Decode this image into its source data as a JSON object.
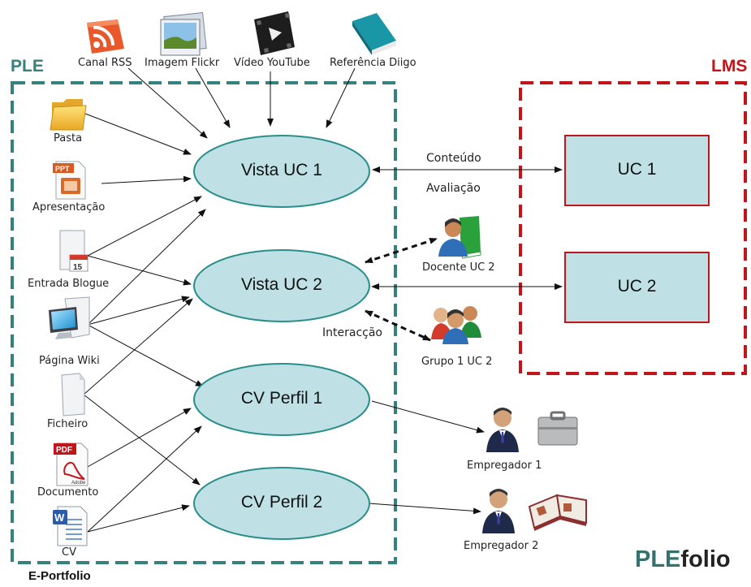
{
  "ple_title": "PLE",
  "lms_title": "LMS",
  "eportfolio_label": "E-Portfolio",
  "brand": {
    "part1": "PLE",
    "part2": "folio"
  },
  "colors": {
    "ple_border": "#36807e",
    "lms_border": "#c0161b",
    "ellipse_fill": "#bfe1e5",
    "uc_fill": "#bfe1e5",
    "uc_border": "#c0161b"
  },
  "sources_top": [
    {
      "label": "Canal RSS",
      "icon": "rss-icon"
    },
    {
      "label": "Imagem Flickr",
      "icon": "photo-icon"
    },
    {
      "label": "Vídeo YouTube",
      "icon": "video-icon"
    },
    {
      "label": "Referência Diigo",
      "icon": "book-icon"
    }
  ],
  "sources_left": [
    {
      "label": "Pasta",
      "icon": "folder-icon"
    },
    {
      "label": "Apresentação",
      "icon": "ppt-icon"
    },
    {
      "label": "Entrada Blogue",
      "icon": "blog-icon"
    },
    {
      "label": "Página Wiki",
      "icon": "computer-icon"
    },
    {
      "label": "Ficheiro",
      "icon": "file-icon"
    },
    {
      "label": "Documento",
      "icon": "pdf-icon"
    },
    {
      "label": "CV",
      "icon": "word-icon"
    }
  ],
  "views": [
    {
      "label": "Vista UC 1"
    },
    {
      "label": "Vista UC 2"
    },
    {
      "label": "CV Perfil 1"
    },
    {
      "label": "CV Perfil 2"
    }
  ],
  "lms_units": [
    {
      "label": "UC 1"
    },
    {
      "label": "UC 2"
    }
  ],
  "edge_labels": {
    "conteudo": "Conteúdo",
    "avaliacao": "Avaliação",
    "interaccao": "Interacção"
  },
  "actors": [
    {
      "label": "Docente UC 2",
      "icon": "teacher-icon"
    },
    {
      "label": "Grupo 1 UC 2",
      "icon": "group-icon"
    },
    {
      "label": "Empregador 1",
      "icon": "employer-icon"
    },
    {
      "label": "Empregador 2",
      "icon": "employer-icon"
    }
  ]
}
